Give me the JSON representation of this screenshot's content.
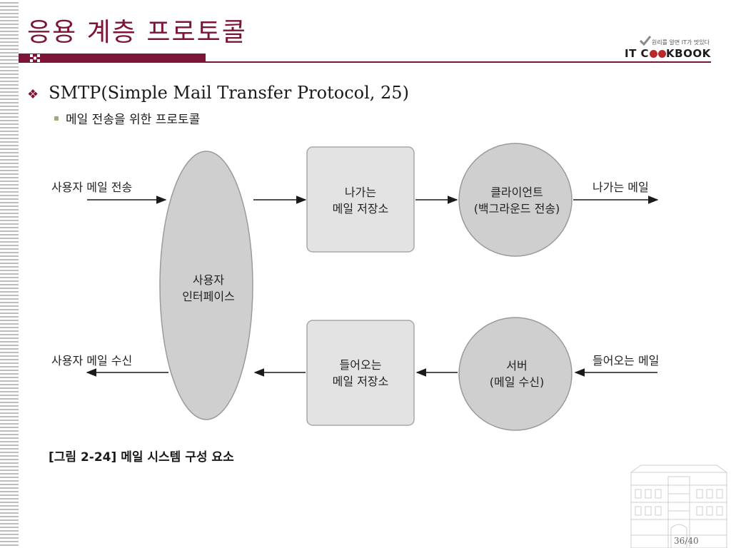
{
  "slide": {
    "title": "응용 계층 프로토콜",
    "page_number": "36/40"
  },
  "logo": {
    "tagline": "원리를 알면 IT가 맛있다",
    "brand_prefix": "IT C",
    "brand_suffix": "KBOOK"
  },
  "bullets": [
    {
      "mark": "❖",
      "text": "SMTP(Simple Mail Transfer Protocol, 25)"
    },
    {
      "mark": "▪",
      "text": "메일 전송을 위한 프로토콜"
    }
  ],
  "diagram": {
    "user_interface": [
      "사용자",
      "인터페이스"
    ],
    "outgoing_store": [
      "나가는",
      "메일 저장소"
    ],
    "incoming_store": [
      "들어오는",
      "메일 저장소"
    ],
    "client": [
      "클라이언트",
      "(백그라운드 전송)"
    ],
    "server": [
      "서버",
      "(메일 수신)"
    ],
    "user_send_label": "사용자 메일 전송",
    "user_receive_label": "사용자 메일 수신",
    "outgoing_mail_label": "나가는 메일",
    "incoming_mail_label": "들어오는 메일"
  },
  "caption": "[그림 2-24] 메일 시스템 구성 요소",
  "colors": {
    "accent": "#7b1437",
    "shape_fill": "#cfcfcf",
    "box_fill": "#e3e3e3",
    "logo_o": "#b82a2a"
  }
}
